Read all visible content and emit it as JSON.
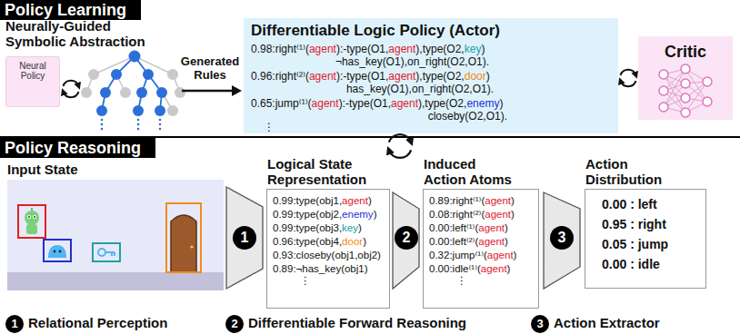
{
  "diagram": {
    "nodes": [
      {
        "text": [
          "Policy Learning"
        ]
      },
      {
        "text": [
          "Neural Policy"
        ],
        "in": 0
      },
      {
        "text": [
          "Differentiable Logic Policy (Actor)",
          "0.98:right⁽¹⁾(agent):-type(O1,agent),type(O2,key) ¬has_key(O1),on_right(O2,O1).",
          "0.96:right⁽²⁾(agent):-type(O1,agent),type(O2,door) has_key(O1),on_right(O2,O1).",
          "0.65:jump⁽¹⁾(agent):-type(O1,agent),type(O2,enemy) closeby(O2,O1).",
          "⋮"
        ],
        "in": 0
      },
      {
        "text": [
          "Critic"
        ],
        "in": 0
      },
      {
        "text": [
          "Policy Reasoning"
        ]
      },
      {
        "text": [
          "Input State"
        ],
        "in": 4
      },
      {
        "text": [
          "Logical State Representation",
          "0.99:type(obj1,agent)",
          "0.99:type(obj2,enemy)",
          "0.99:type(obj3,key)",
          "0.96:type(obj4,door)",
          "0.93:closeby(obj1,obj2)",
          "0.89:¬has_key(obj1)",
          "⋮"
        ],
        "in": 4
      },
      {
        "text": [
          "Induced Action Atoms",
          "0.89:right⁽¹⁾(agent)",
          "0.08:right⁽²⁾(agent)",
          "0.00:left⁽¹⁾(agent)",
          "0.00:left⁽²⁾(agent)",
          "0.32:jump⁽¹⁾(agent)",
          "0.00:idle⁽¹⁾(agent)",
          "⋮"
        ],
        "in": 4
      },
      {
        "text": [
          "Action Distribution",
          "0.00 : left",
          "0.95 : right",
          "0.05 : jump",
          "0.00 : idle"
        ],
        "in": 4
      }
    ],
    "labels": [
      "Neurally-Guided Symbolic Abstraction",
      "Generated Rules",
      "1",
      "2",
      "3",
      "1",
      "Relational Perception",
      "2",
      "Differentiable Forward Reasoning",
      "3",
      "Action Extractor"
    ]
  }
}
